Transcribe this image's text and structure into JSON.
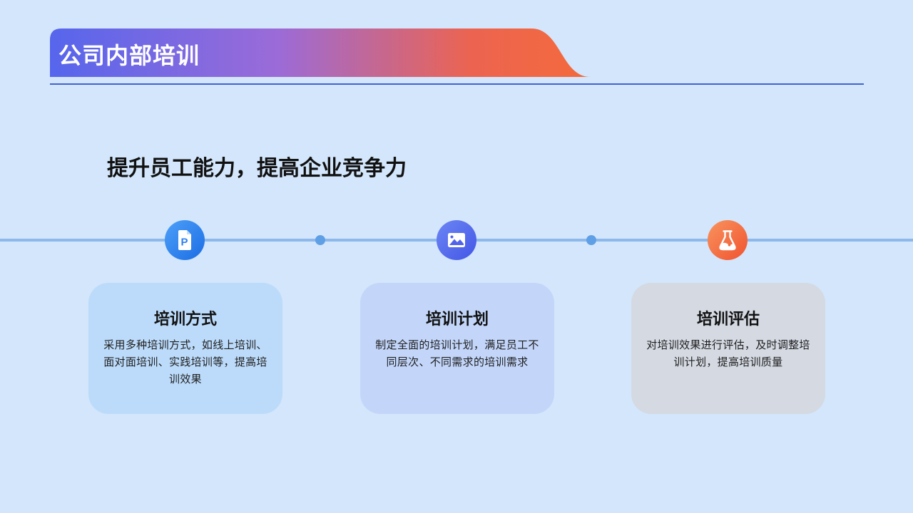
{
  "header": {
    "title": "公司内部培训"
  },
  "subtitle": "提升员工能力，提高企业竞争力",
  "timeline": {
    "icons": [
      {
        "name": "ppt-document-icon",
        "letter": "P"
      },
      {
        "name": "image-icon"
      },
      {
        "name": "flask-icon"
      }
    ]
  },
  "cards": [
    {
      "title": "培训方式",
      "body": "采用多种培训方式，如线上培训、面对面培训、实践培训等，提高培训效果"
    },
    {
      "title": "培训计划",
      "body": "制定全面的培训计划，满足员工不同层次、不同需求的培训需求"
    },
    {
      "title": "培训评估",
      "body": "对培训效果进行评估，及时调整培训计划，提高培训质量"
    }
  ],
  "colors": {
    "background": "#d3e6fb",
    "banner_gradient": [
      "#5666ec",
      "#9b6bd8",
      "#ec6450",
      "#f46a3c"
    ],
    "header_underline": "#4263d0",
    "timeline_line": "#8cb8ec",
    "timeline_dot": "#5f9fe6",
    "icon_blue": [
      "#4da0f8",
      "#1b6de4"
    ],
    "icon_indigo": [
      "#6c86f4",
      "#4356e6"
    ],
    "icon_orange": [
      "#f9945f",
      "#f0522f"
    ],
    "card_backgrounds": [
      "#bcdbfa",
      "#c3d6fa",
      "#d4d9e2"
    ]
  }
}
